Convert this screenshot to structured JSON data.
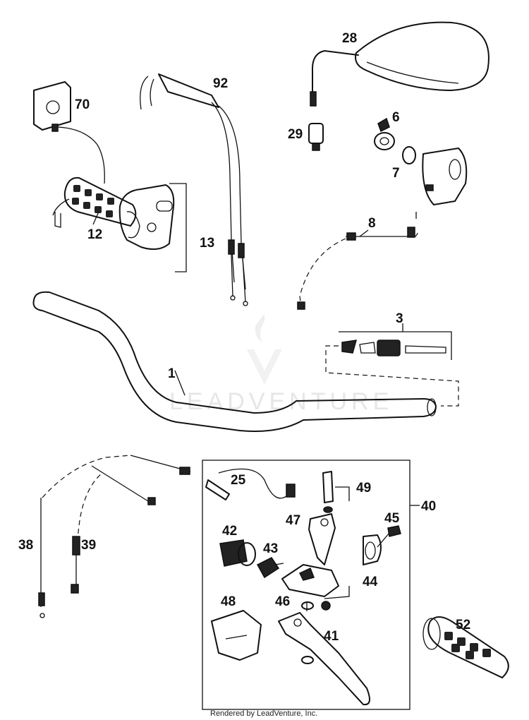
{
  "watermark": {
    "text": "LEADVENTURE"
  },
  "footer": {
    "text": "Rendered by LeadVenture, Inc."
  },
  "callouts": [
    {
      "id": "70"
    },
    {
      "id": "92"
    },
    {
      "id": "28"
    },
    {
      "id": "6"
    },
    {
      "id": "29"
    },
    {
      "id": "7"
    },
    {
      "id": "12"
    },
    {
      "id": "13"
    },
    {
      "id": "8"
    },
    {
      "id": "3"
    },
    {
      "id": "1"
    },
    {
      "id": "25"
    },
    {
      "id": "49"
    },
    {
      "id": "40"
    },
    {
      "id": "47"
    },
    {
      "id": "45"
    },
    {
      "id": "42"
    },
    {
      "id": "43"
    },
    {
      "id": "38"
    },
    {
      "id": "39"
    },
    {
      "id": "44"
    },
    {
      "id": "46"
    },
    {
      "id": "48"
    },
    {
      "id": "41"
    },
    {
      "id": "52"
    }
  ]
}
